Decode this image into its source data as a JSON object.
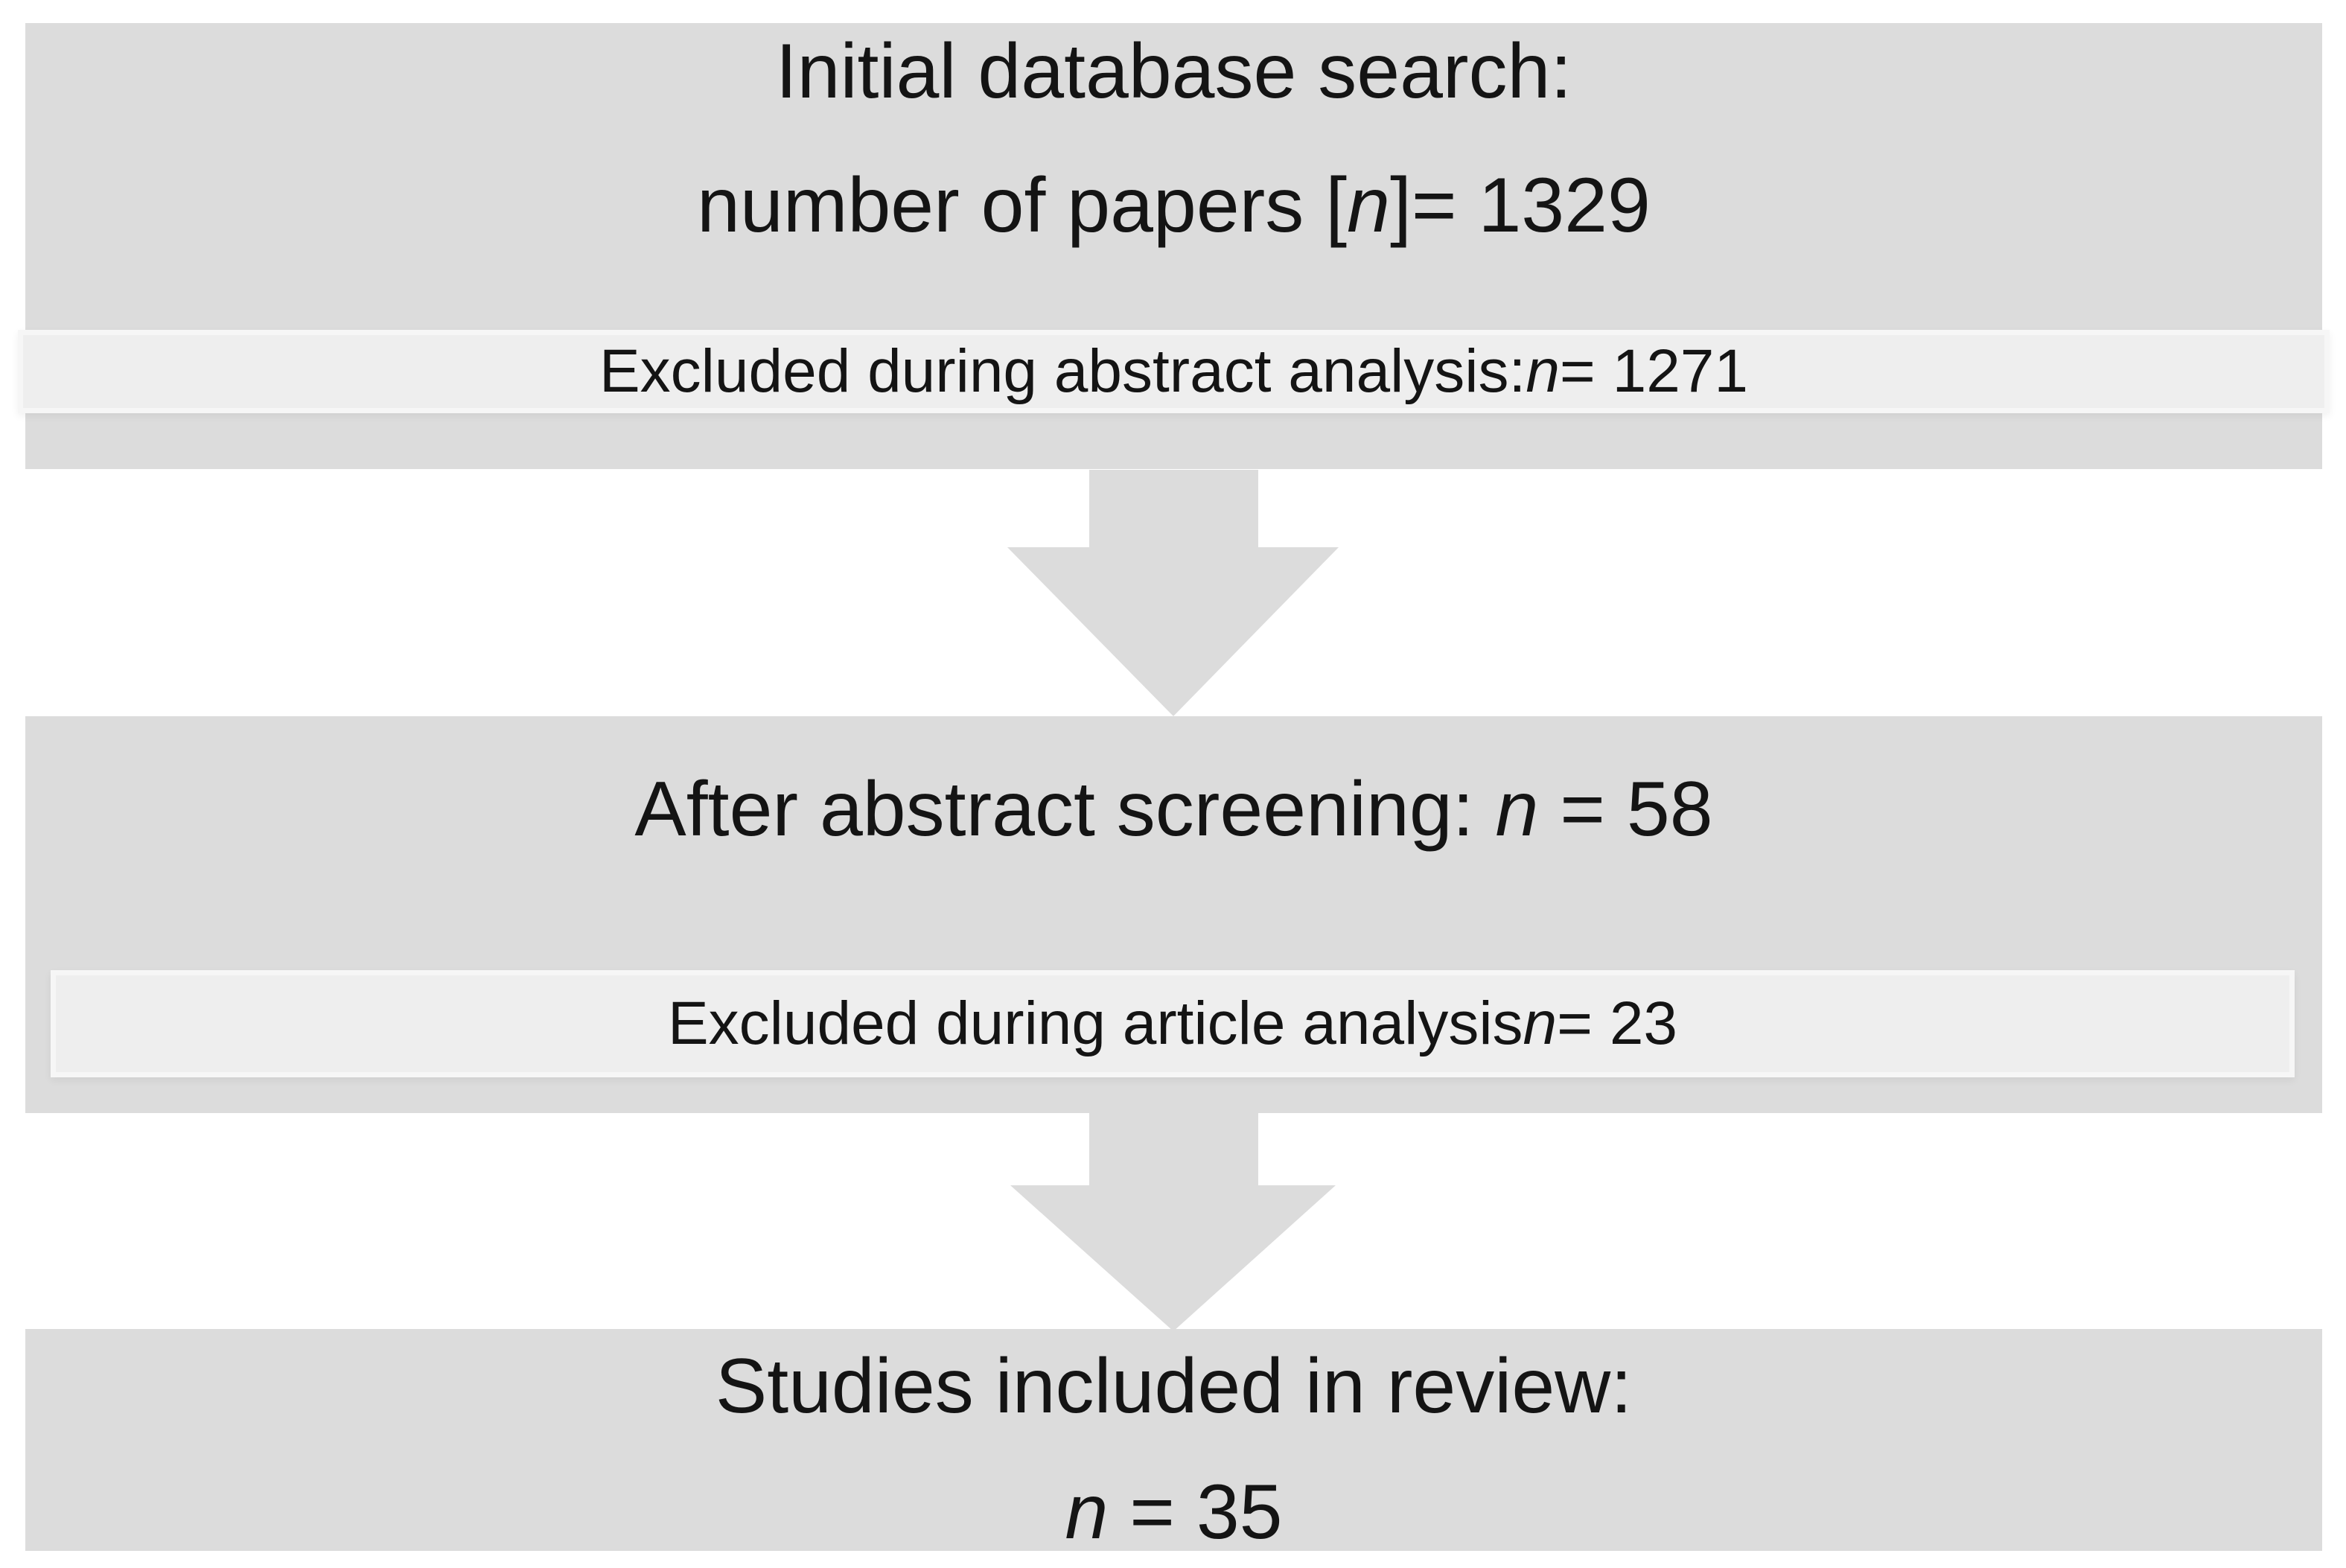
{
  "theme": {
    "page-bg": "#ffffff",
    "box-fill": "#dcdcdc",
    "bar-fill": "#eeeeee",
    "bar-border": "#f6f6f6",
    "arrow-fill": "#dcdcdc",
    "text-color": "#141414"
  },
  "flow": {
    "box1": {
      "line1": {
        "pre": "Initial database search:",
        "it": "",
        "post": ""
      },
      "line2": {
        "pre": "number of papers [",
        "it": "n",
        "post": "]= 1329"
      }
    },
    "bar1": {
      "text": {
        "pre": "Excluded during abstract analysis: ",
        "it": "n",
        "post": " = 1271"
      }
    },
    "box2": {
      "line1": {
        "pre": "After abstract screening: ",
        "it": "n",
        "post": " = 58"
      }
    },
    "bar2": {
      "text": {
        "pre": "Excluded during article analysis ",
        "it": "n",
        "post": " = 23"
      }
    },
    "box3": {
      "line1": {
        "pre": "Studies included in review:",
        "it": "",
        "post": ""
      },
      "line2": {
        "pre": "",
        "it": "n",
        "post": " = 35"
      }
    }
  }
}
